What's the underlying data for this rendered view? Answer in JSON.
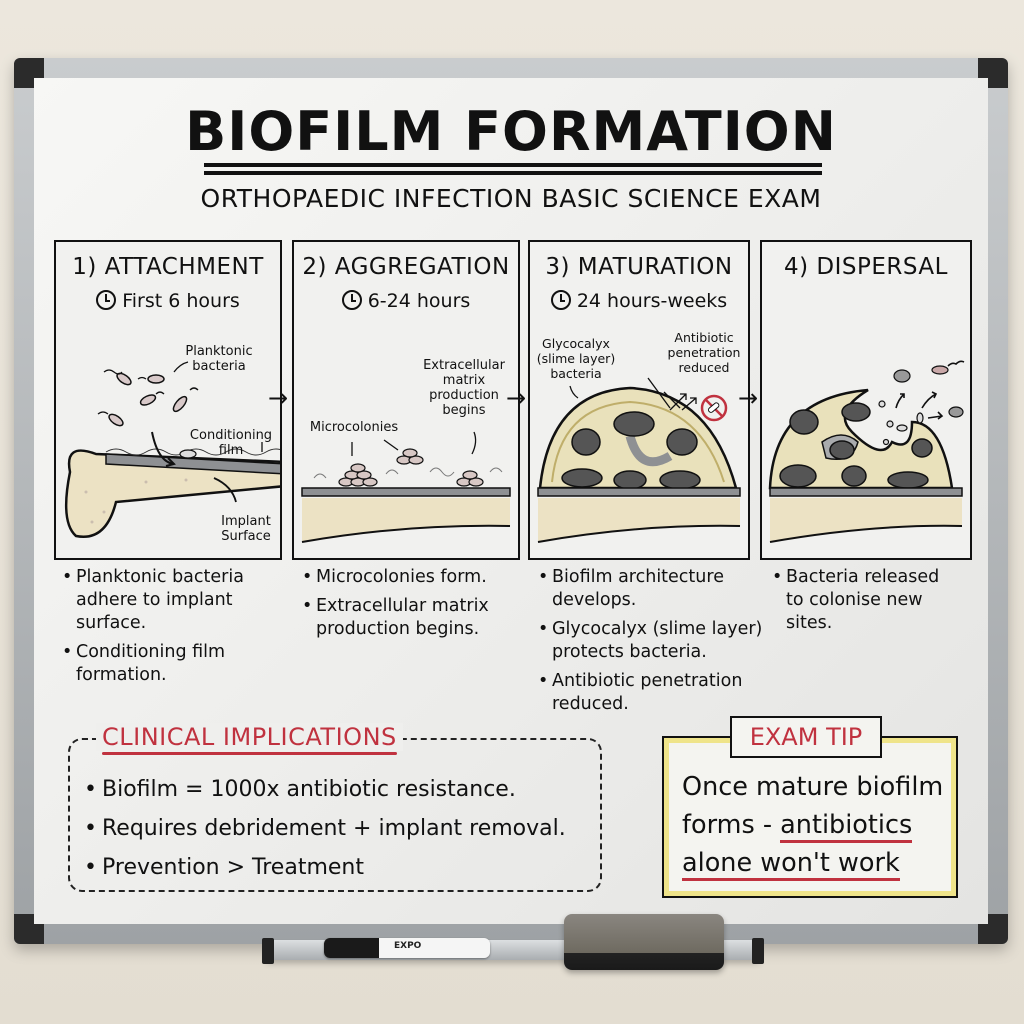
{
  "whiteboard": {
    "title": "BIOFILM FORMATION",
    "subtitle": "ORTHOPAEDIC INFECTION BASIC SCIENCE EXAM",
    "stages": [
      {
        "heading": "1) ATTACHMENT",
        "time": "First 6 hours",
        "labels": [
          "Planktonic bacteria",
          "Conditioning film",
          "Implant Surface"
        ],
        "bullets": [
          "Planktonic bacteria adhere to implant surface.",
          "Conditioning film formation."
        ]
      },
      {
        "heading": "2) AGGREGATION",
        "time": "6-24 hours",
        "labels": [
          "Microcolonies",
          "Extracellular matrix production begins"
        ],
        "bullets": [
          "Microcolonies form.",
          "Extracellular matrix production begins."
        ]
      },
      {
        "heading": "3) MATURATION",
        "time": "24 hours-weeks",
        "labels": [
          "Glycocalyx (slime layer) bacteria",
          "Antibiotic penetration reduced"
        ],
        "bullets": [
          "Biofilm architecture develops.",
          "Glycocalyx (slime layer) protects bacteria.",
          "Antibiotic penetration reduced."
        ]
      },
      {
        "heading": "4) DISPERSAL",
        "time": "",
        "labels": [],
        "bullets": [
          "Bacteria released to colonise new sites."
        ]
      }
    ],
    "clinical": {
      "heading": "CLINICAL IMPLICATIONS",
      "items": [
        "Biofilm = 1000x antibiotic resistance.",
        "Requires debridement + implant removal.",
        "Prevention > Treatment"
      ]
    },
    "exam_tip": {
      "heading": "EXAM TIP",
      "line1": "Once mature biofilm",
      "line2_plain": "forms - ",
      "line2_underlined": "antibiotics",
      "line3_underlined": "alone won't work"
    },
    "colors": {
      "accent_red": "#c0323f",
      "highlight_yellow": "#efe48a",
      "bone": "#ece2c4",
      "implant": "#8e9093"
    },
    "tray": {
      "marker_label": "EXPO"
    }
  }
}
